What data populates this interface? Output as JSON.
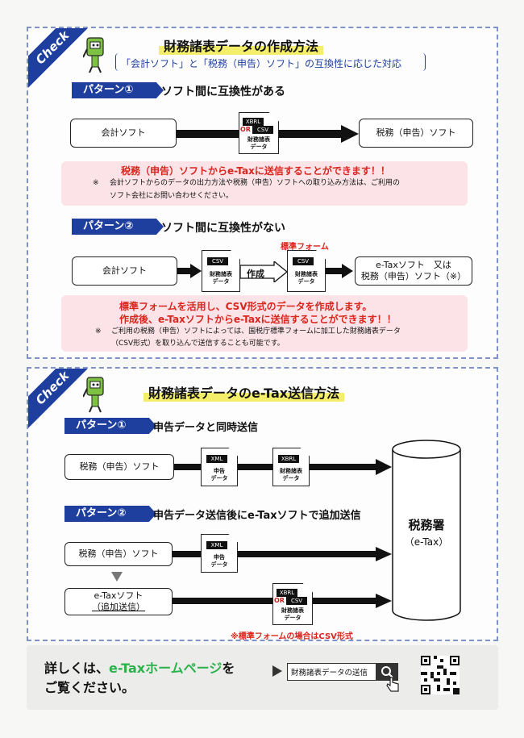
{
  "check_label": "Check",
  "section1": {
    "title": "財務諸表データの作成方法",
    "subtitle": "「会計ソフト」と「税務（申告）ソフト」の互換性に応じた対応",
    "pattern1": {
      "pill": "パターン①",
      "heading": "ソフト間に互換性がある",
      "left_box": "会計ソフト",
      "right_box": "税務（申告）ソフト",
      "doc": {
        "tag1": "XBRL",
        "or": "OR",
        "tag2": "CSV",
        "label1": "財務諸表",
        "label2": "データ"
      },
      "highlight": "税務（申告）ソフトからe-Taxに送信することができます！！",
      "note_mark": "※",
      "note1": "会計ソフトからのデータの出力方法や税務（申告）ソフトへの取り込み方法は、ご利用の",
      "note2": "ソフト会社にお問い合わせください。"
    },
    "pattern2": {
      "pill": "パターン②",
      "heading": "ソフト間に互換性がない",
      "left_box": "会計ソフト",
      "doc1": {
        "tag": "CSV",
        "label1": "財務諸表",
        "label2": "データ"
      },
      "arrow_label": "作成",
      "std_form": "標準フォーム",
      "doc2": {
        "tag": "CSV",
        "label1": "財務諸表",
        "label2": "データ"
      },
      "right_box1": "e-Taxソフト　又は",
      "right_box2": "税務（申告）ソフト（※）",
      "highlight1": "標準フォームを活用し、CSV形式のデータを作成します。",
      "highlight2": "作成後、e-Taxソフトからe-Taxに送信することができます！！",
      "note_mark": "※",
      "note1": "ご利用の税務（申告）ソフトによっては、国税庁標準フォームに加工した財務諸表データ",
      "note2": "（CSV形式）を取り込んで送信することも可能です。"
    }
  },
  "section2": {
    "title": "財務諸表データのe-Tax送信方法",
    "pattern1": {
      "pill": "パターン①",
      "heading": "申告データと同時送信",
      "left_box": "税務（申告）ソフト",
      "doc1": {
        "tag": "XML",
        "label1": "申告",
        "label2": "データ"
      },
      "doc2": {
        "tag": "XBRL",
        "label1": "財務諸表",
        "label2": "データ"
      }
    },
    "pattern2": {
      "pill": "パターン②",
      "heading": "申告データ送信後にe-Taxソフトで追加送信",
      "left_box": "税務（申告）ソフト",
      "doc1": {
        "tag": "XML",
        "label1": "申告",
        "label2": "データ"
      },
      "left_box2_line1": "e-Taxソフト",
      "left_box2_line2": "（追加送信）",
      "doc2": {
        "tag1": "XBRL",
        "or": "OR",
        "tag2": "CSV",
        "label1": "財務諸表",
        "label2": "データ"
      },
      "footnote": "※標準フォームの場合はCSV形式"
    },
    "cylinder_line1": "税務署",
    "cylinder_line2": "（e-Tax）"
  },
  "footer": {
    "text1_a": "詳しくは、",
    "text1_b": "e-Taxホームページ",
    "text1_c": "を",
    "text2": "ご覧ください。",
    "search_text": "財務諸表データの送信"
  },
  "colors": {
    "navy": "#1e3f9e",
    "red": "#d9261c",
    "green": "#2bb24c",
    "pink": "#fbe3e8"
  }
}
